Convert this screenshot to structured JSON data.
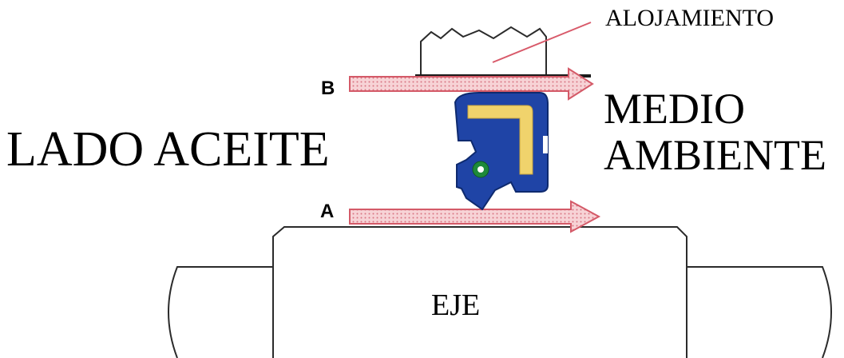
{
  "labels": {
    "housing": "ALOJAMIENTO",
    "environment_line1": "MEDIO",
    "environment_line2": "AMBIENTE",
    "oil_side": "LADO ACEITE",
    "path_b": "B",
    "path_a": "A",
    "shaft": "EJE"
  },
  "colors": {
    "seal_body": "#1f44a6",
    "seal_insert": "#f0d36c",
    "spring": "#1e8a3a",
    "arrow_fill": "#f5c5c8",
    "arrow_stroke": "#d45a68",
    "outline": "#2b2b2b"
  }
}
